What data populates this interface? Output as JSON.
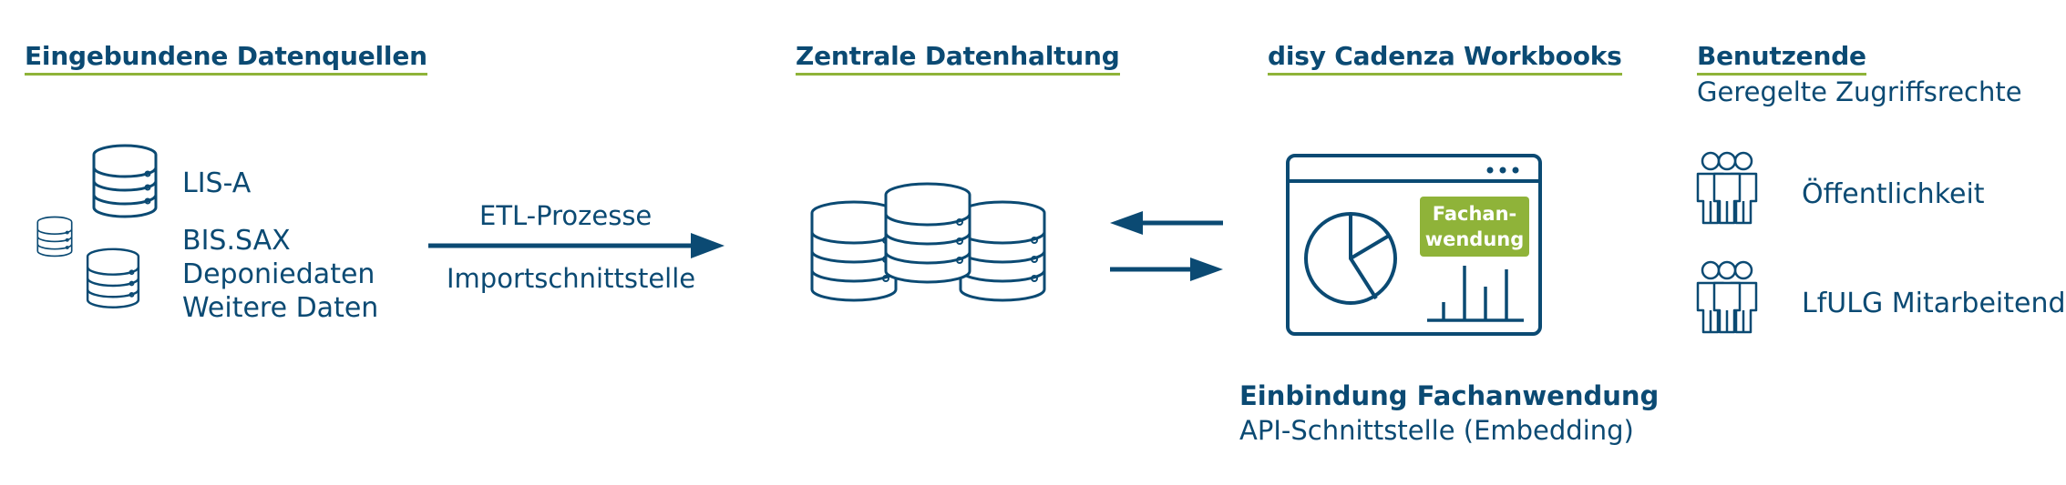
{
  "sources": {
    "heading": "Eingebundene Datenquellen",
    "items": [
      "LIS-A",
      "BIS.SAX",
      "Deponiedaten",
      "Weitere Daten"
    ]
  },
  "etl": {
    "top_label": "ETL-Prozesse",
    "bottom_label": "Importschnittstelle"
  },
  "central": {
    "heading": "Zentrale Datenhaltung"
  },
  "workbooks": {
    "heading": "disy Cadenza Workbooks",
    "badge_line1": "Fachan-",
    "badge_line2": "wendung"
  },
  "embedding": {
    "title": "Einbindung Fachanwendung",
    "subtitle": "API-Schnittstelle (Embedding)"
  },
  "users": {
    "heading": "Benutzende",
    "subtitle": "Geregelte Zugriffsrechte",
    "groups": [
      "Öffentlichkeit",
      "LfULG Mitarbeitende"
    ]
  },
  "colors": {
    "primary": "#0b4a73",
    "accent": "#8fb339"
  }
}
